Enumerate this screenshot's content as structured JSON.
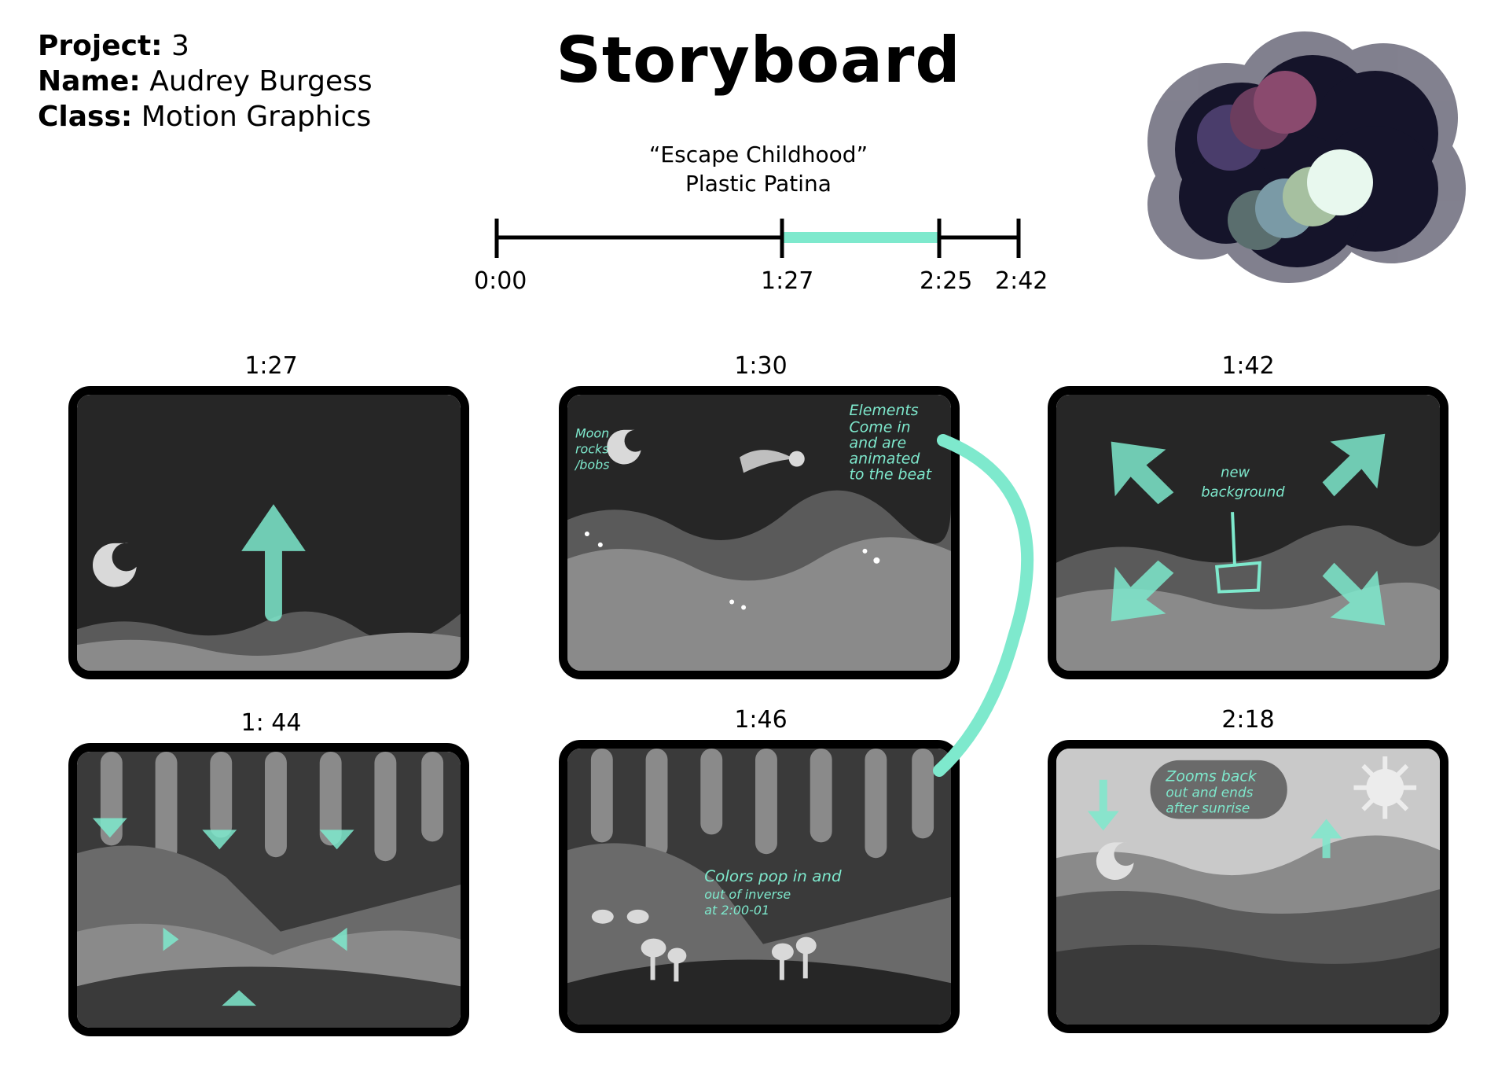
{
  "header": {
    "project_label": "Project:",
    "project_value": "3",
    "name_label": "Name:",
    "name_value": "Audrey Burgess",
    "class_label": "Class:",
    "class_value": "Motion Graphics",
    "title": "Storyboard",
    "song_title": "“Escape Childhood”",
    "artist": "Plastic Patina"
  },
  "timeline": {
    "total": "2:42",
    "ticks": [
      "0:00",
      "1:27",
      "2:25",
      "2:42"
    ],
    "highlight_start": "1:27",
    "highlight_end": "2:25",
    "highlight_color": "#7ee9cd"
  },
  "palette": [
    "#4a3d6b",
    "#6b3d5e",
    "#8a4a6e",
    "#5a6e6e",
    "#7a9aa6",
    "#a6c0a0",
    "#e8f8ee",
    "#1a1830"
  ],
  "frames": [
    {
      "time": "1:27",
      "notes": []
    },
    {
      "time": "1:30",
      "notes": [
        "Moon",
        "rocks",
        "/bobs",
        "Elements",
        "Come in",
        "and are",
        "animated",
        "to the beat"
      ]
    },
    {
      "time": "1:42",
      "notes": [
        "new",
        "background"
      ]
    },
    {
      "time": "1: 44",
      "notes": []
    },
    {
      "time": "1:46",
      "notes": [
        "Colors pop in and",
        "out of inverse",
        "at 2:00-01"
      ]
    },
    {
      "time": "2:18",
      "notes": [
        "Zooms back",
        "out and ends",
        "after sunrise"
      ]
    }
  ],
  "colors": {
    "accent": "#7ee9cd",
    "dark": "#262626",
    "frame_border": "#000000"
  }
}
